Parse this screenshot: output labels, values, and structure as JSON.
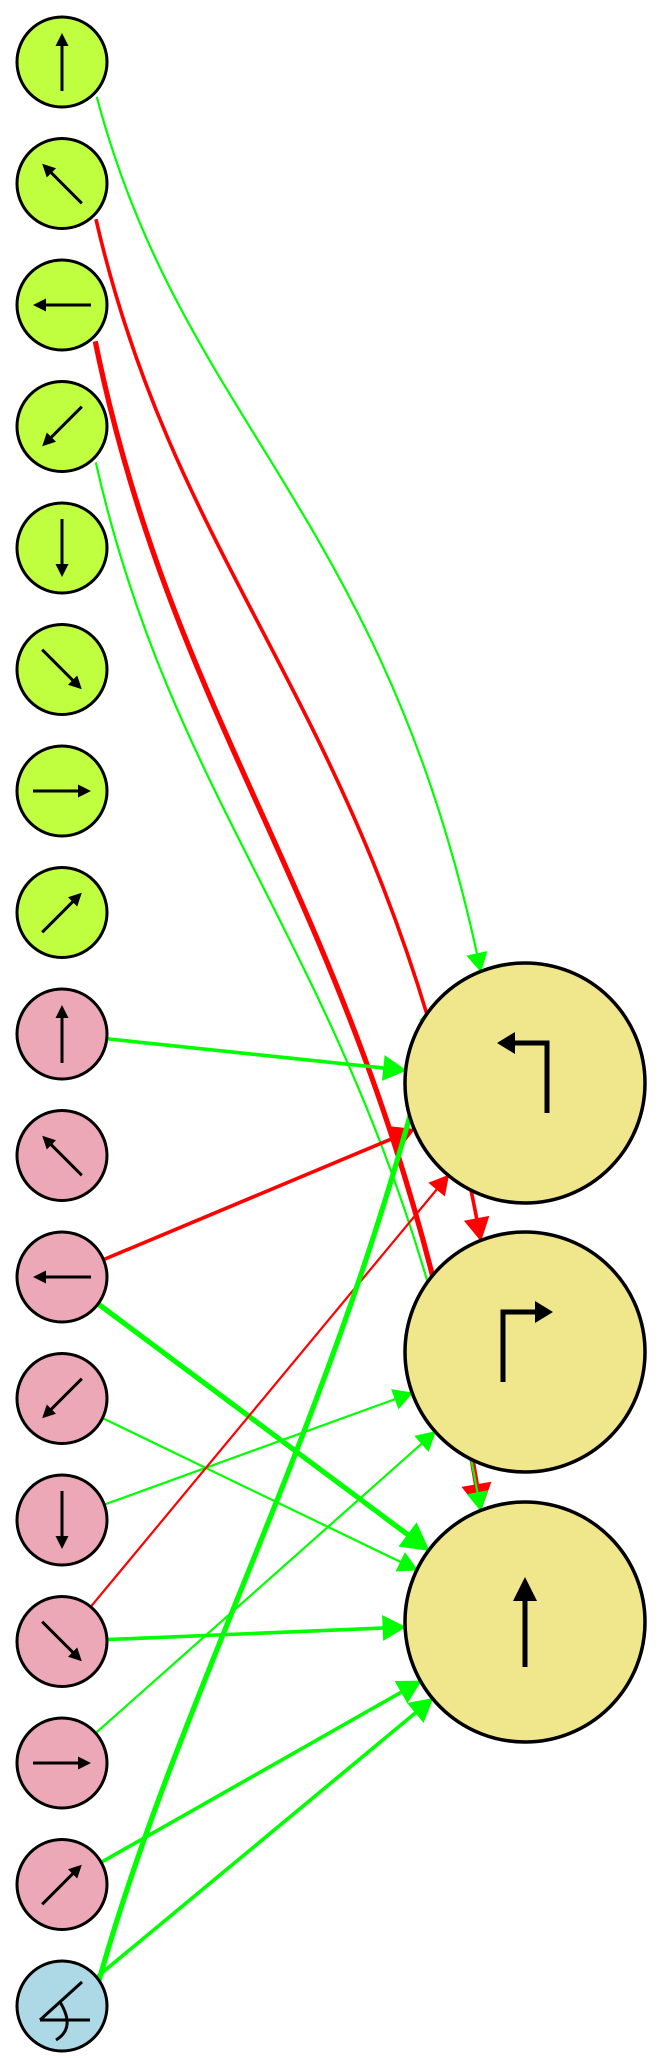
{
  "diagram": {
    "colors": {
      "input_group_a": "#bfff40",
      "input_group_b": "#eda8b8",
      "input_special": "#add8e6",
      "output": "#f0e68c",
      "excitatory": "#00ff00",
      "inhibitory": "#ff0000",
      "stroke": "#000000"
    },
    "inputs_a": [
      {
        "id": "a-up",
        "icon": "arrow-up-icon"
      },
      {
        "id": "a-upleft",
        "icon": "arrow-up-left-icon"
      },
      {
        "id": "a-left",
        "icon": "arrow-left-icon"
      },
      {
        "id": "a-downleft",
        "icon": "arrow-down-left-icon"
      },
      {
        "id": "a-down",
        "icon": "arrow-down-icon"
      },
      {
        "id": "a-downright",
        "icon": "arrow-down-right-icon"
      },
      {
        "id": "a-right",
        "icon": "arrow-right-icon"
      },
      {
        "id": "a-upright",
        "icon": "arrow-up-right-icon"
      }
    ],
    "inputs_b": [
      {
        "id": "b-up",
        "icon": "arrow-up-icon"
      },
      {
        "id": "b-upleft",
        "icon": "arrow-up-left-icon"
      },
      {
        "id": "b-left",
        "icon": "arrow-left-icon"
      },
      {
        "id": "b-downleft",
        "icon": "arrow-down-left-icon"
      },
      {
        "id": "b-down",
        "icon": "arrow-down-icon"
      },
      {
        "id": "b-downright",
        "icon": "arrow-down-right-icon"
      },
      {
        "id": "b-right",
        "icon": "arrow-right-icon"
      },
      {
        "id": "b-upright",
        "icon": "arrow-up-right-icon"
      }
    ],
    "input_special": {
      "id": "angle",
      "icon": "angle-icon"
    },
    "outputs": [
      {
        "id": "turn-left",
        "icon": "turn-left-icon"
      },
      {
        "id": "turn-right",
        "icon": "turn-right-icon"
      },
      {
        "id": "forward",
        "icon": "arrow-up-icon"
      }
    ],
    "connections": [
      {
        "from": "a-up",
        "to": "turn-left",
        "type": "excitatory",
        "weight": "thin",
        "route": "curve"
      },
      {
        "from": "a-upleft",
        "to": "turn-right",
        "type": "inhibitory",
        "weight": "medium",
        "route": "curve"
      },
      {
        "from": "a-left",
        "to": "forward",
        "type": "inhibitory",
        "weight": "thick",
        "route": "curve"
      },
      {
        "from": "a-downleft",
        "to": "forward",
        "type": "excitatory",
        "weight": "thin",
        "route": "curve"
      },
      {
        "from": "b-up",
        "to": "turn-left",
        "type": "excitatory",
        "weight": "medium",
        "route": "straight"
      },
      {
        "from": "b-left",
        "to": "turn-left",
        "type": "inhibitory",
        "weight": "medium",
        "route": "straight"
      },
      {
        "from": "b-left",
        "to": "forward",
        "type": "excitatory",
        "weight": "thick",
        "route": "straight"
      },
      {
        "from": "b-downleft",
        "to": "forward",
        "type": "excitatory",
        "weight": "thin",
        "route": "straight"
      },
      {
        "from": "b-down",
        "to": "turn-right",
        "type": "excitatory",
        "weight": "thin",
        "route": "straight"
      },
      {
        "from": "b-downright",
        "to": "turn-left",
        "type": "inhibitory",
        "weight": "thin",
        "route": "straight"
      },
      {
        "from": "b-downright",
        "to": "forward",
        "type": "excitatory",
        "weight": "medium",
        "route": "straight"
      },
      {
        "from": "b-right",
        "to": "turn-right",
        "type": "excitatory",
        "weight": "thin",
        "route": "straight"
      },
      {
        "from": "b-upright",
        "to": "forward",
        "type": "excitatory",
        "weight": "medium",
        "route": "straight"
      },
      {
        "from": "angle",
        "to": "turn-left",
        "type": "excitatory",
        "weight": "thick",
        "route": "curve"
      },
      {
        "from": "angle",
        "to": "forward",
        "type": "excitatory",
        "weight": "medium",
        "route": "straight"
      }
    ]
  }
}
